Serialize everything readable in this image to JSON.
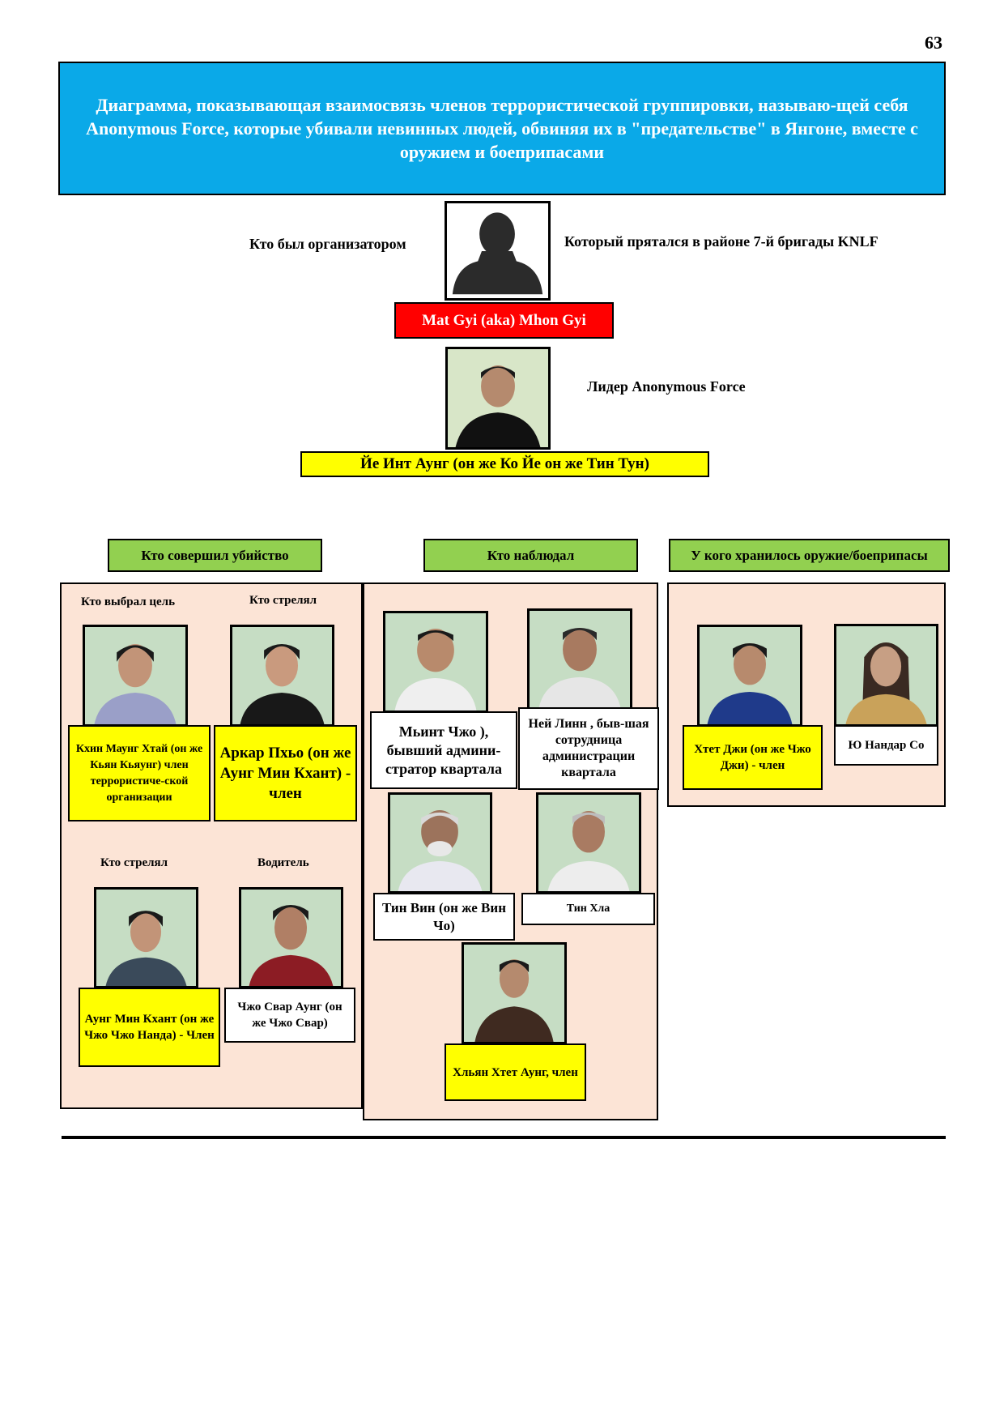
{
  "page_number": "63",
  "title": "Диаграмма, показывающая взаимосвязь членов террористической группировки, называю-щей себя Anonymous Force, которые убивали невинных людей, обвиняя их в \"предательстве\" в Янгоне, вместе с оружием и боеприпасами",
  "organizer": {
    "left_label": "Кто был организатором",
    "right_label": "Который прятался в районе 7-й бригады KNLF",
    "name": "Mat Gyi (aka) Mhon Gyi"
  },
  "leader": {
    "right_label": "Лидер Anonymous Force",
    "name": "Йе Инт Аунг (он же Ко Йе он же Тин Тун)"
  },
  "groups": {
    "killers": {
      "header": "Кто совершил убийство",
      "role_select": "Кто выбрал цель",
      "role_shot1": "Кто стрелял",
      "role_shot2": "Кто стрелял",
      "role_driver": "Водитель",
      "person1": "Кхин Маунг Хтай (он же Кьян Кьяунг) член террористиче-ской организации",
      "person2": "Аркар Пхьо (он же Аунг Мин Кхант) - член",
      "person3": "Аунг Мин Кхант (он же Чжо Чжо Нанда) - Член",
      "person4": "Чжо Свар Аунг (он же Чжо Свар)"
    },
    "watchers": {
      "header": "Кто наблюдал",
      "person1": "Мьинт Чжо ), бывший админи-стратор квартала",
      "person2": "Ней Линн , быв-шая сотрудница администрации квартала",
      "person3": "Тин Вин (он же Вин Чо)",
      "person4": "Тин Хла",
      "person5": "Хльян Хтет Аунг, член"
    },
    "weapons": {
      "header": "У кого хранилось оружие/боеприпасы",
      "person1": "Хтет Джи (он же Чжо Джи) - член",
      "person2": "Ю Нандар Со"
    }
  },
  "colors": {
    "title_bg": "#0aa9e8",
    "organizer_bg": "#ff0000",
    "name_highlight": "#ffff00",
    "group_header": "#92d050",
    "panel_bg": "#fce4d6"
  }
}
